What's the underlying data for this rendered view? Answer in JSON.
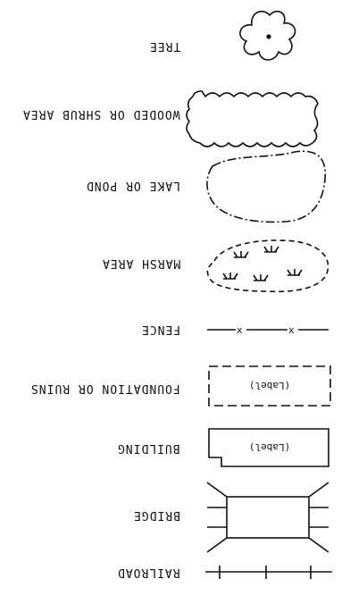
{
  "legend": {
    "items": [
      {
        "label": "TREE",
        "symbol": "tree-symbol"
      },
      {
        "label": "WOODED OR SHRUB AREA",
        "symbol": "wooded-area-symbol"
      },
      {
        "label": "LAKE OR POND",
        "symbol": "lake-symbol"
      },
      {
        "label": "MARSH AREA",
        "symbol": "marsh-symbol"
      },
      {
        "label": "FENCE",
        "symbol": "fence-symbol"
      },
      {
        "label": "FOUNDATION OR RUINS",
        "symbol": "foundation-symbol"
      },
      {
        "label": "BUILDING",
        "symbol": "building-symbol"
      },
      {
        "label": "BRIDGE",
        "symbol": "bridge-symbol"
      },
      {
        "label": "RAILROAD",
        "symbol": "railroad-symbol"
      }
    ],
    "symbol_text": {
      "foundation_label": "(Label)",
      "building_label": "(Label)",
      "fence_mark": "x"
    }
  }
}
